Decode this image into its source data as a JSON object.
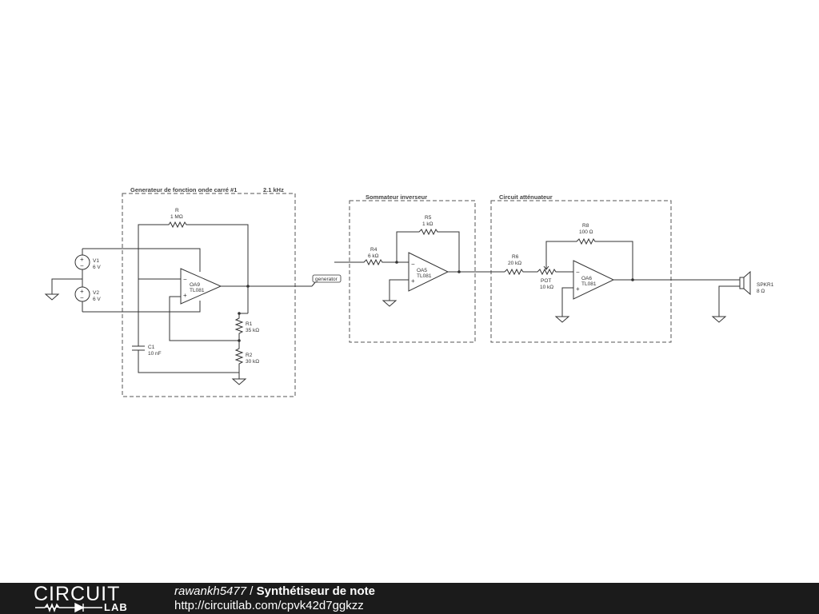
{
  "blocks": {
    "generator": {
      "title": "Generateur de fonction onde carré #1",
      "freq": "2.1 kHz"
    },
    "summer": {
      "title": "Sommateur inverseur"
    },
    "attenuator": {
      "title": "Circuit atténuateur"
    }
  },
  "components": {
    "V1": {
      "ref": "V1",
      "value": "6 V"
    },
    "V2": {
      "ref": "V2",
      "value": "6 V"
    },
    "R": {
      "ref": "R",
      "value": "1 MΩ"
    },
    "OA9": {
      "ref": "OA9",
      "part": "TL081"
    },
    "R1": {
      "ref": "R1",
      "value": "35 kΩ"
    },
    "R2": {
      "ref": "R2",
      "value": "30 kΩ"
    },
    "C1": {
      "ref": "C1",
      "value": "10 nF"
    },
    "R4": {
      "ref": "R4",
      "value": "6 kΩ"
    },
    "R5": {
      "ref": "R5",
      "value": "1 kΩ"
    },
    "OA5": {
      "ref": "OA5",
      "part": "TL081"
    },
    "R6": {
      "ref": "R6",
      "value": "20 kΩ"
    },
    "POT": {
      "ref": "POT",
      "value": "10 kΩ"
    },
    "R8": {
      "ref": "R8",
      "value": "100 Ω"
    },
    "OA6": {
      "ref": "OA6",
      "part": "TL081"
    },
    "SPKR1": {
      "ref": "SPKR1",
      "value": "8 Ω"
    }
  },
  "net_label": "generator",
  "signs": {
    "plus": "+",
    "minus": "−"
  },
  "footer": {
    "logo_top": "CIRCUIT",
    "logo_bottom": "LAB",
    "user": "rawankh5477",
    "separator": " / ",
    "title": "Synthétiseur de note",
    "url": "http://circuitlab.com/cpvk42d7ggkzz"
  }
}
